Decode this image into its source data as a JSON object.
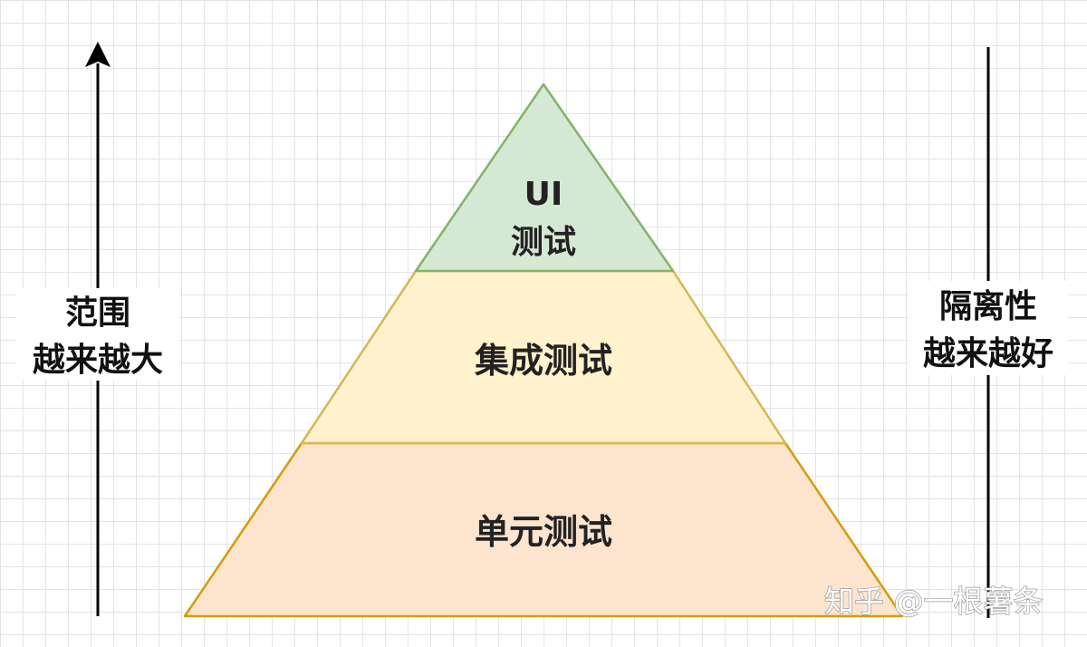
{
  "layers": {
    "top": {
      "line1": "UI",
      "line2": "测试",
      "fill": "#d5e8d4",
      "stroke": "#82b366"
    },
    "middle": {
      "text": "集成测试",
      "fill": "#fff2cc",
      "stroke": "#d6b656"
    },
    "bottom": {
      "text": "单元测试",
      "fill": "#fce4cf",
      "stroke": "#d79b00"
    }
  },
  "left_axis": {
    "line1": "范围",
    "line2": "越来越大",
    "direction": "up"
  },
  "right_axis": {
    "line1": "隔离性",
    "line2": "越来越好"
  },
  "watermark": "知乎 @一根薯条"
}
